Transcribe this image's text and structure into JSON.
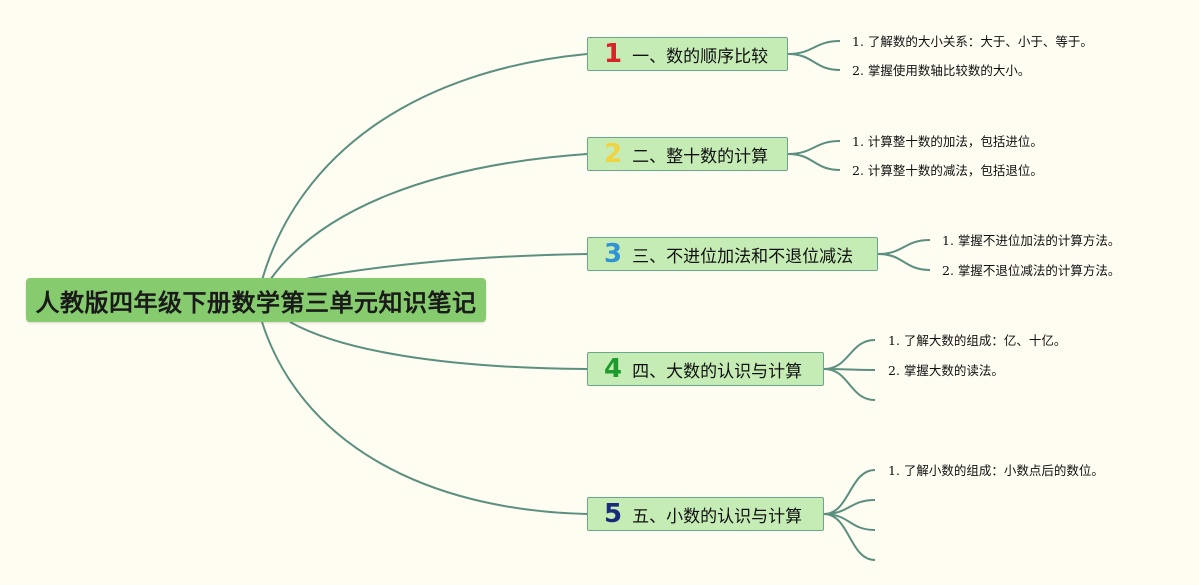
{
  "root": {
    "title": "人教版四年级下册数学第三单元知识笔记"
  },
  "colors": {
    "line": "#5a9080",
    "root_bg": "#86cc6e",
    "branch_bg": "#c6ecb6",
    "num1": "#d8232a",
    "num2": "#f0d340",
    "num3": "#2f93d6",
    "num4": "#1f9a2c",
    "num5": "#1a2a7a"
  },
  "branches": [
    {
      "number": "1",
      "label": "一、数的顺序比较",
      "leaves": [
        "1. 了解数的大小关系：大于、小于、等于。",
        "2. 掌握使用数轴比较数的大小。"
      ]
    },
    {
      "number": "2",
      "label": "二、整十数的计算",
      "leaves": [
        "1. 计算整十数的加法，包括进位。",
        "2. 计算整十数的减法，包括退位。"
      ]
    },
    {
      "number": "3",
      "label": "三、不进位加法和不退位减法",
      "leaves": [
        "1. 掌握不进位加法的计算方法。",
        "2. 掌握不退位减法的计算方法。"
      ]
    },
    {
      "number": "4",
      "label": "四、大数的认识与计算",
      "leaves": [
        "1. 了解大数的组成：亿、十亿。",
        "2. 掌握大数的读法。",
        ""
      ]
    },
    {
      "number": "5",
      "label": "五、小数的认识与计算",
      "leaves": [
        "1. 了解小数的组成：小数点后的数位。",
        "",
        "",
        ""
      ]
    }
  ]
}
